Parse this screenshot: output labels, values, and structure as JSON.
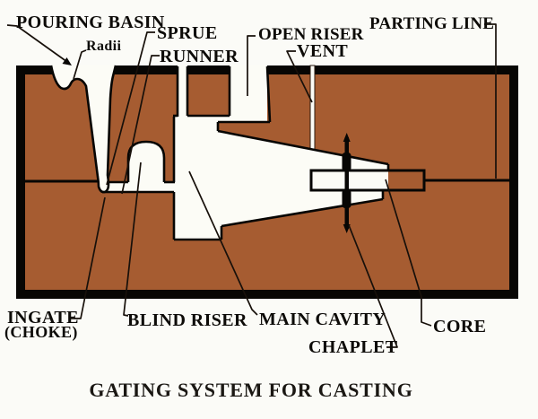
{
  "diagram": {
    "title": "GATING SYSTEM FOR CASTING",
    "labels": {
      "pouring_basin": "POURING BASIN",
      "radii": "Radii",
      "sprue": "SPRUE",
      "runner": "RUNNER",
      "open_riser": "OPEN RISER",
      "vent": "VENT",
      "parting_line": "PARTING LINE",
      "ingate": "INGATE",
      "ingate_sub": "(CHOKE)",
      "blind_riser": "BLIND RISER",
      "main_cavity": "MAIN CAVITY",
      "chaplet": "CHAPLET",
      "core": "CORE"
    },
    "colors": {
      "sand": "#a65c31",
      "outline": "#070604",
      "cavity": "#fcfcf6",
      "background": "#fbfbf7",
      "leader": "#17100a"
    }
  }
}
